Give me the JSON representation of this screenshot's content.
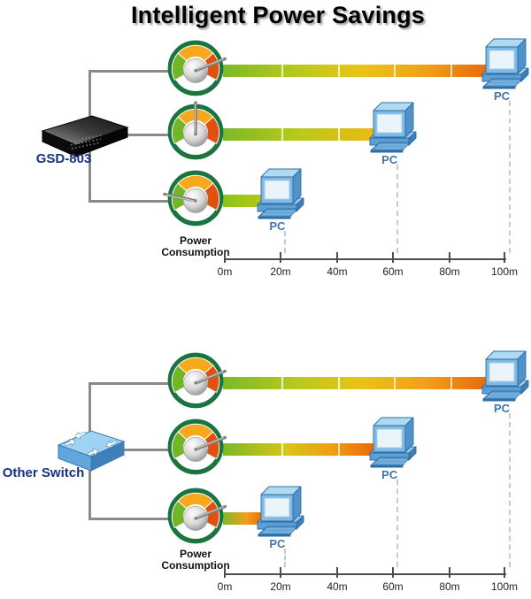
{
  "title": "Intelligent Power Savings",
  "colors": {
    "title-black": "#000000",
    "gauge-ring": "#1a7440",
    "gauge-arc-green": "#72b626",
    "gauge-arc-orange": "#f7a81d",
    "gauge-arc-red": "#e2500f",
    "connector-gray": "#8a8a8a",
    "switch-label-blue": "#15337e",
    "pc-label-blue": "#4176ad",
    "axis-gray": "#4d4d4d"
  },
  "sections": [
    {
      "switch_label": "GSD-803",
      "caption_line1": "Power",
      "caption_line2": "Consumption",
      "axis_ticks": [
        "0m",
        "20m",
        "40m",
        "60m",
        "80m",
        "100m"
      ],
      "rows": [
        {
          "pc_label": "PC",
          "distance_m": 100,
          "power_level": "high",
          "gauge_angle_deg": 22,
          "bar_gradient": "linear-gradient(90deg,#7cb928 0%,#b9c91d 28%,#e9c416 52%,#f2a019 76%,#e8680e 100%)"
        },
        {
          "pc_label": "PC",
          "distance_m": 60,
          "power_level": "medium",
          "gauge_angle_deg": 90,
          "bar_gradient": "linear-gradient(90deg,#7cb928 0%,#b9c91d 50%,#f0b814 100%)"
        },
        {
          "pc_label": "PC",
          "distance_m": 20,
          "power_level": "low",
          "gauge_angle_deg": 168,
          "bar_gradient": "linear-gradient(90deg,#8cc21c 0%,#b6cb11 100%)"
        }
      ]
    },
    {
      "switch_label": "Other Switch",
      "caption_line1": "Power",
      "caption_line2": "Consumption",
      "axis_ticks": [
        "0m",
        "20m",
        "40m",
        "60m",
        "80m",
        "100m"
      ],
      "rows": [
        {
          "pc_label": "PC",
          "distance_m": 100,
          "power_level": "high",
          "gauge_angle_deg": 22,
          "bar_gradient": "linear-gradient(90deg,#7cb928 0%,#b9c91d 28%,#e9c416 52%,#f2a019 76%,#e8680e 100%)"
        },
        {
          "pc_label": "PC",
          "distance_m": 60,
          "power_level": "high",
          "gauge_angle_deg": 22,
          "bar_gradient": "linear-gradient(90deg,#7cb928 0%,#d9c418 42%,#f29a12 72%,#e8650e 100%)"
        },
        {
          "pc_label": "PC",
          "distance_m": 20,
          "power_level": "high",
          "gauge_angle_deg": 22,
          "bar_gradient": "linear-gradient(90deg,#7cb928 0%,#f2a019 55%,#e8650e 100%)"
        }
      ]
    }
  ]
}
